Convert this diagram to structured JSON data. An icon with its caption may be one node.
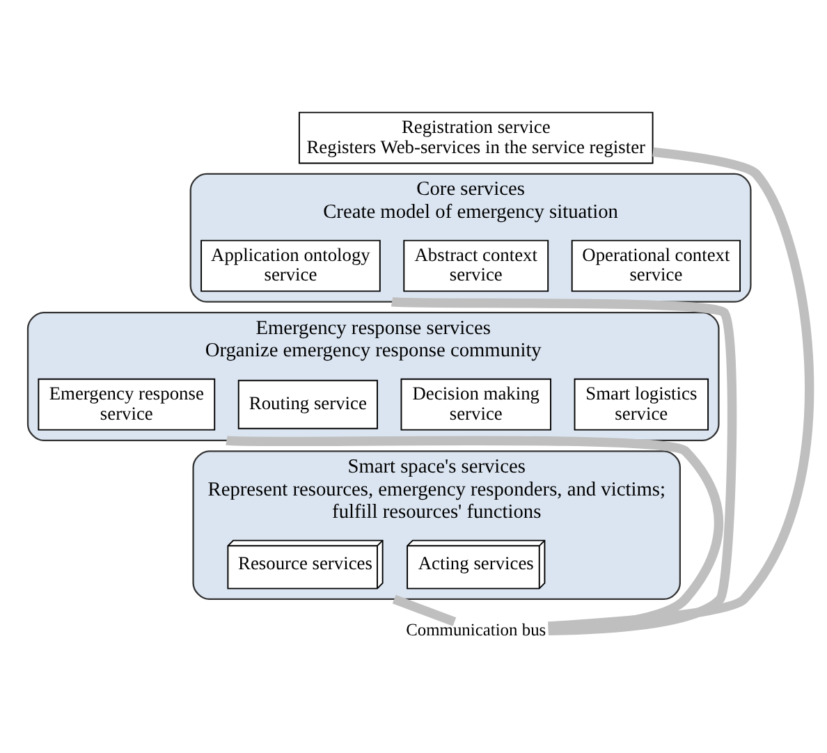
{
  "diagram": {
    "nodes": [
      {
        "text": [
          "Registration service",
          "Registers Web-services in the service register"
        ]
      },
      {
        "text": [
          "Core services",
          "Create model of emergency situation"
        ]
      },
      {
        "text": [
          "Application ontology service"
        ],
        "in": 1
      },
      {
        "text": [
          "Abstract context service"
        ],
        "in": 1
      },
      {
        "text": [
          "Operational context service"
        ],
        "in": 1
      },
      {
        "text": [
          "Emergency response services",
          "Organize emergency response community"
        ]
      },
      {
        "text": [
          "Emergency response service"
        ],
        "in": 5
      },
      {
        "text": [
          "Routing service"
        ],
        "in": 5
      },
      {
        "text": [
          "Decision making service"
        ],
        "in": 5
      },
      {
        "text": [
          "Smart logistics service"
        ],
        "in": 5
      },
      {
        "text": [
          "Smart space's services",
          "Represent resources, emergency responders, and victims; fulfill resources' functions"
        ]
      },
      {
        "text": [
          "Resource services"
        ],
        "in": 10
      },
      {
        "text": [
          "Acting services"
        ],
        "in": 10
      },
      {
        "text": [
          "Communication bus"
        ]
      }
    ],
    "edges": [
      {
        "from": 13,
        "to": 0,
        "arrow": "none"
      },
      {
        "from": 13,
        "to": 1,
        "arrow": "none"
      },
      {
        "from": 13,
        "to": 5,
        "arrow": "none"
      },
      {
        "from": 13,
        "to": 10,
        "arrow": "none"
      }
    ]
  }
}
